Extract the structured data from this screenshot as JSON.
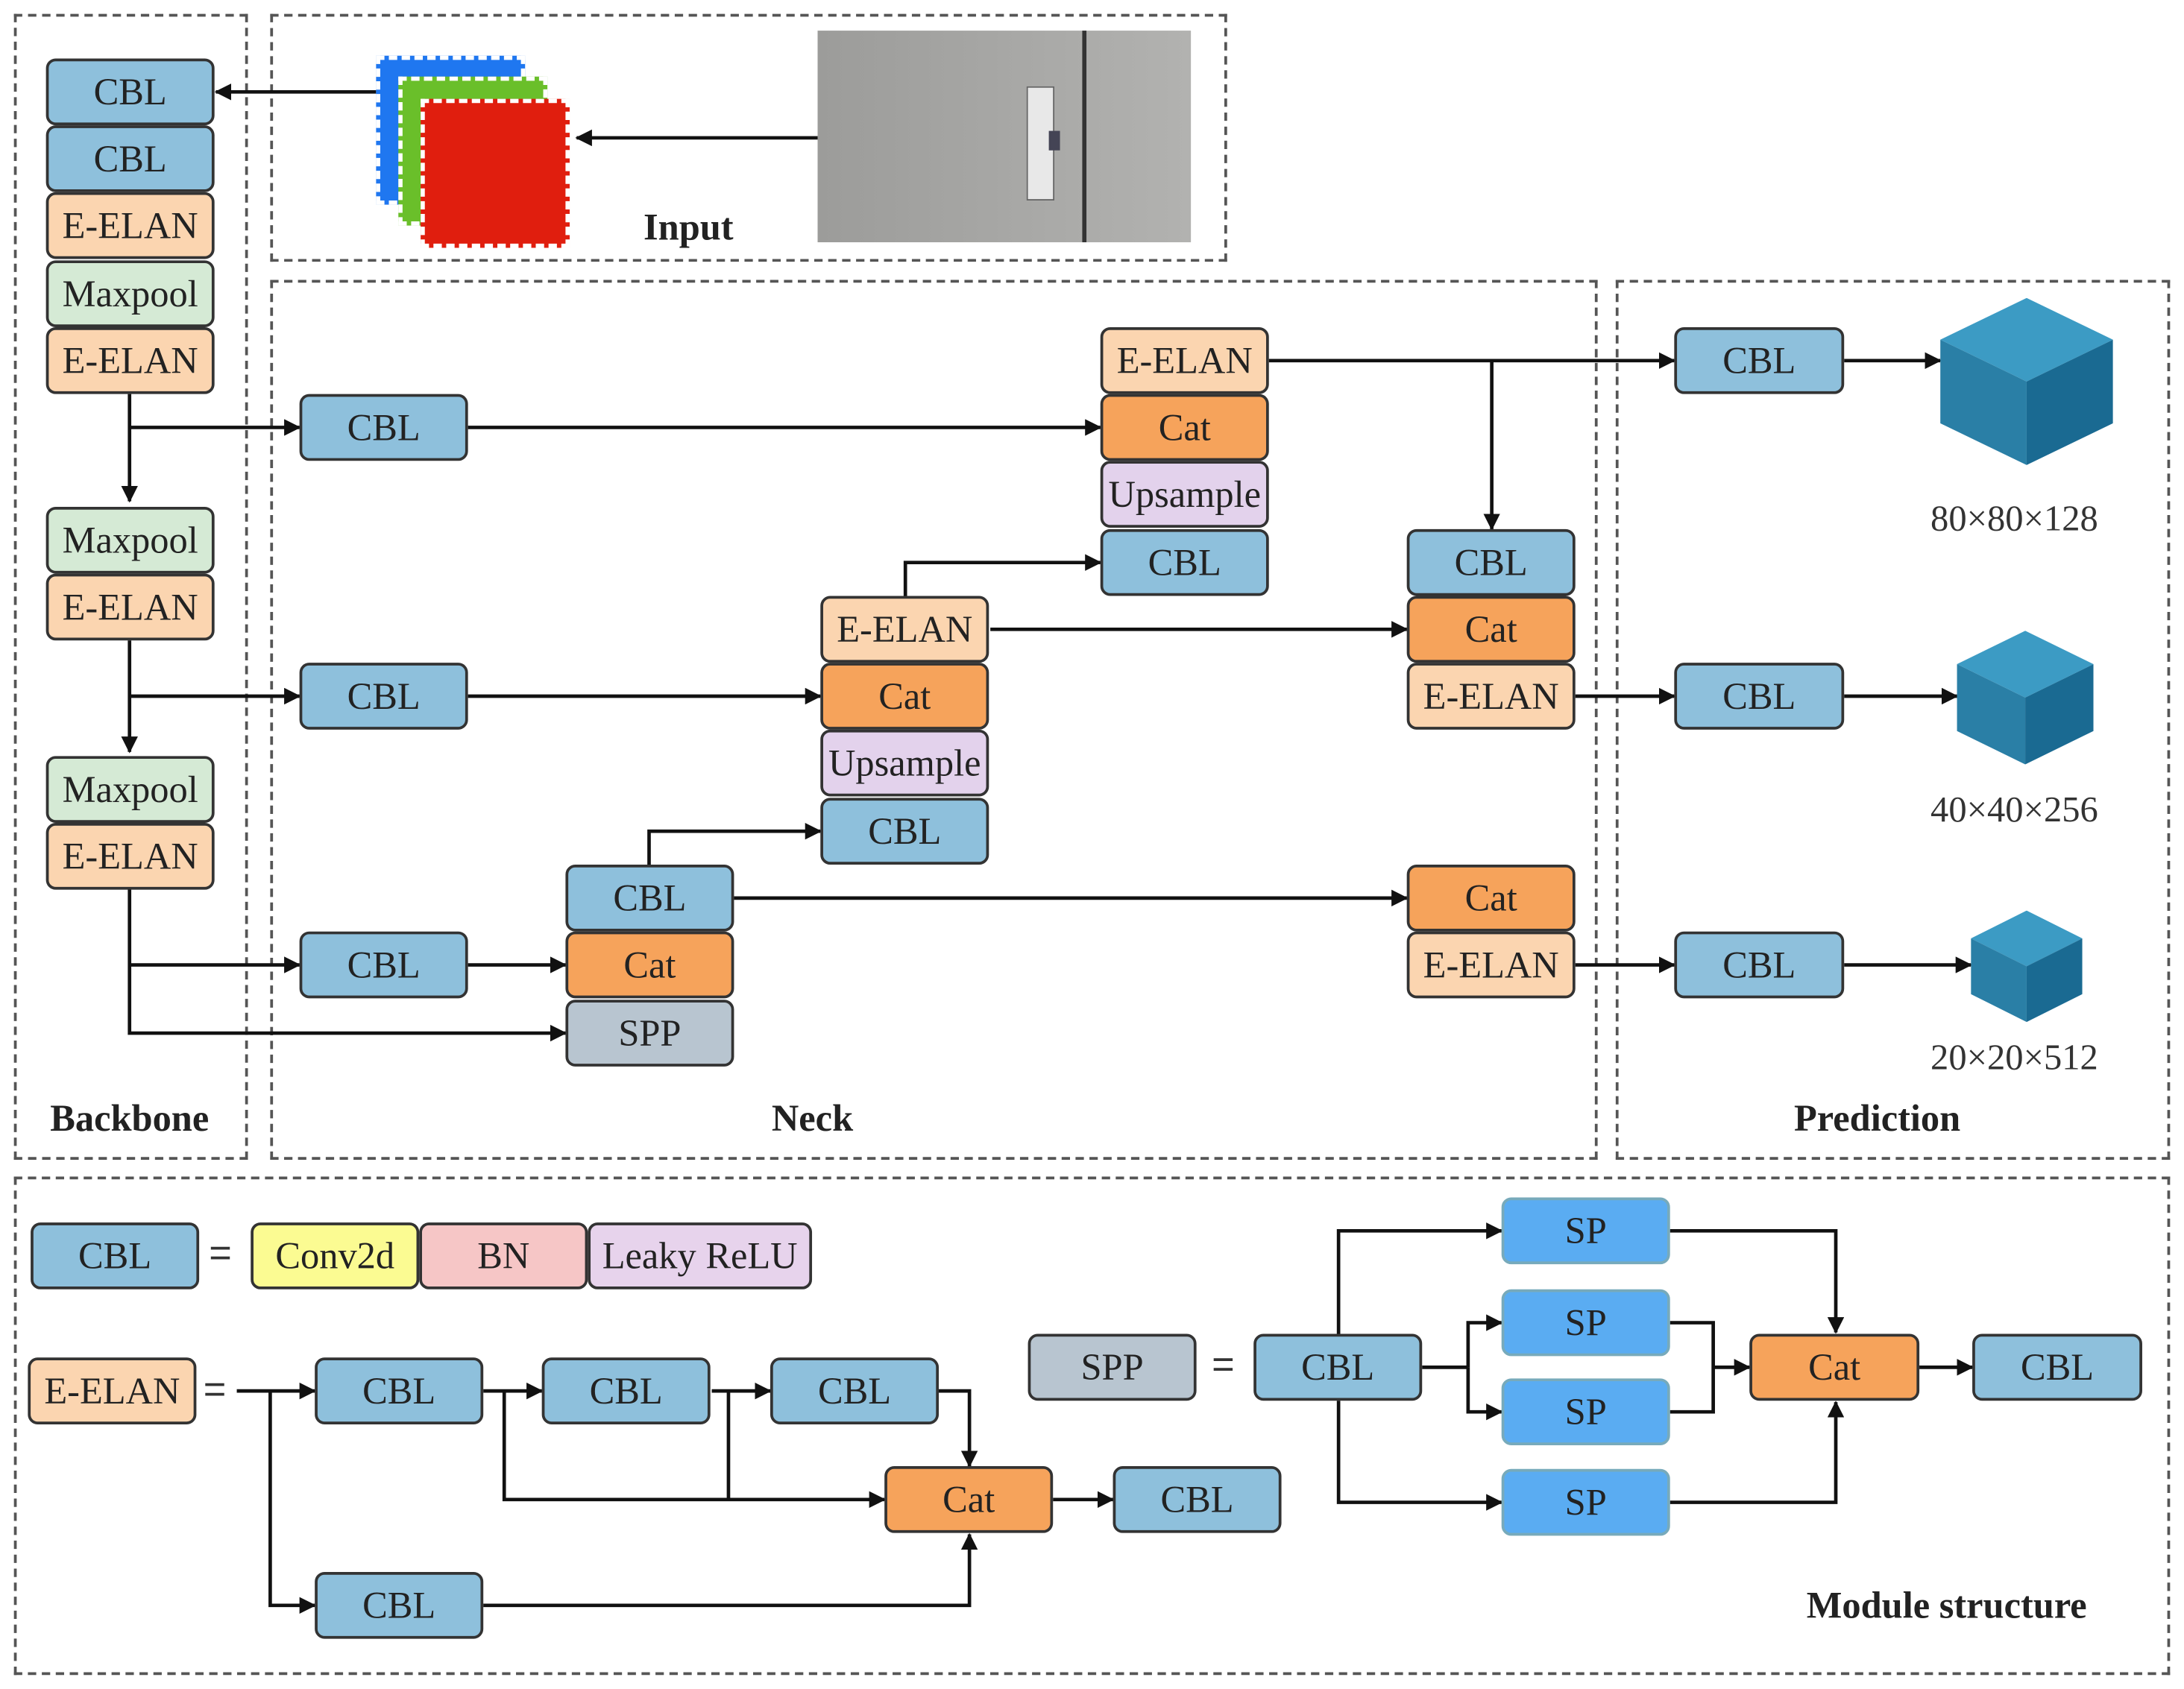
{
  "labels": {
    "cbl": "CBL",
    "eelan": "E-ELAN",
    "maxpool": "Maxpool",
    "cat": "Cat",
    "upsample": "Upsample",
    "spp": "SPP",
    "sp": "SP",
    "conv2d": "Conv2d",
    "bn": "BN",
    "leaky_relu": "Leaky ReLU",
    "equals": "="
  },
  "sections": {
    "input": "Input",
    "backbone": "Backbone",
    "neck": "Neck",
    "prediction": "Prediction",
    "module_structure": "Module structure"
  },
  "outputs": [
    "80×80×128",
    "40×40×256",
    "20×20×512"
  ],
  "colors": {
    "cbl": "#8ec0dc",
    "eelan": "#fbd5b0",
    "maxpool": "#d5ead5",
    "cat": "#f6a35b",
    "upsample": "#e3d2ec",
    "spp": "#b8c5d0",
    "sp": "#5aacf2",
    "cube": "#1f6e93",
    "input_layers": [
      "#1f77f0",
      "#6abf2a",
      "#e01e0e"
    ]
  }
}
